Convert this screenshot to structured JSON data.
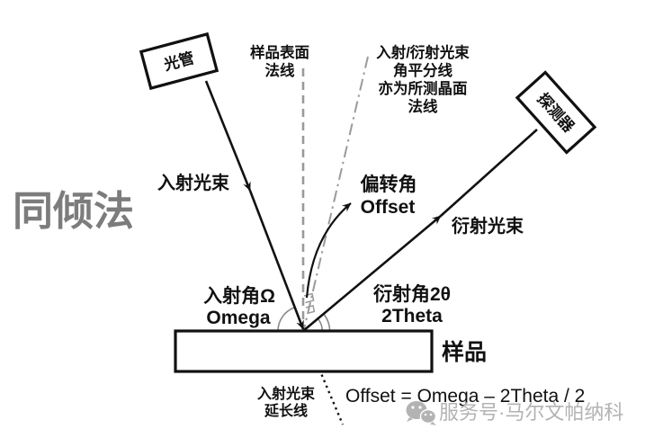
{
  "title": "同倾法",
  "boxes": {
    "tube": "光管",
    "detector": "探测器"
  },
  "labels": {
    "surface_normal": [
      "样品表面",
      "法线"
    ],
    "bisector": [
      "入射/衍射光束",
      "角平分线",
      "亦为所测晶面",
      "法线"
    ],
    "incident_beam": "入射光束",
    "diffracted_beam": "衍射光束",
    "offset_angle": [
      "偏转角",
      "Offset"
    ],
    "incident_angle": [
      "入射角Ω",
      "Omega"
    ],
    "diffraction_angle": [
      "衍射角2θ",
      "2Theta"
    ],
    "sample": "样品",
    "beam_extension": [
      "入射光束",
      "延长线"
    ],
    "formula": "Offset = Omega – 2Theta / 2"
  },
  "watermark": {
    "icon": "wechat-icon",
    "text": "服务号·马尔文帕纳科"
  },
  "colors": {
    "line": "#111111",
    "guide_gray": "#9a9a9a",
    "arc_gray": "#8a8a8a",
    "title_gray": "#7c7c7c",
    "watermark_gray": "#b3b3b3",
    "sample_fill": "#d9d9d9"
  }
}
